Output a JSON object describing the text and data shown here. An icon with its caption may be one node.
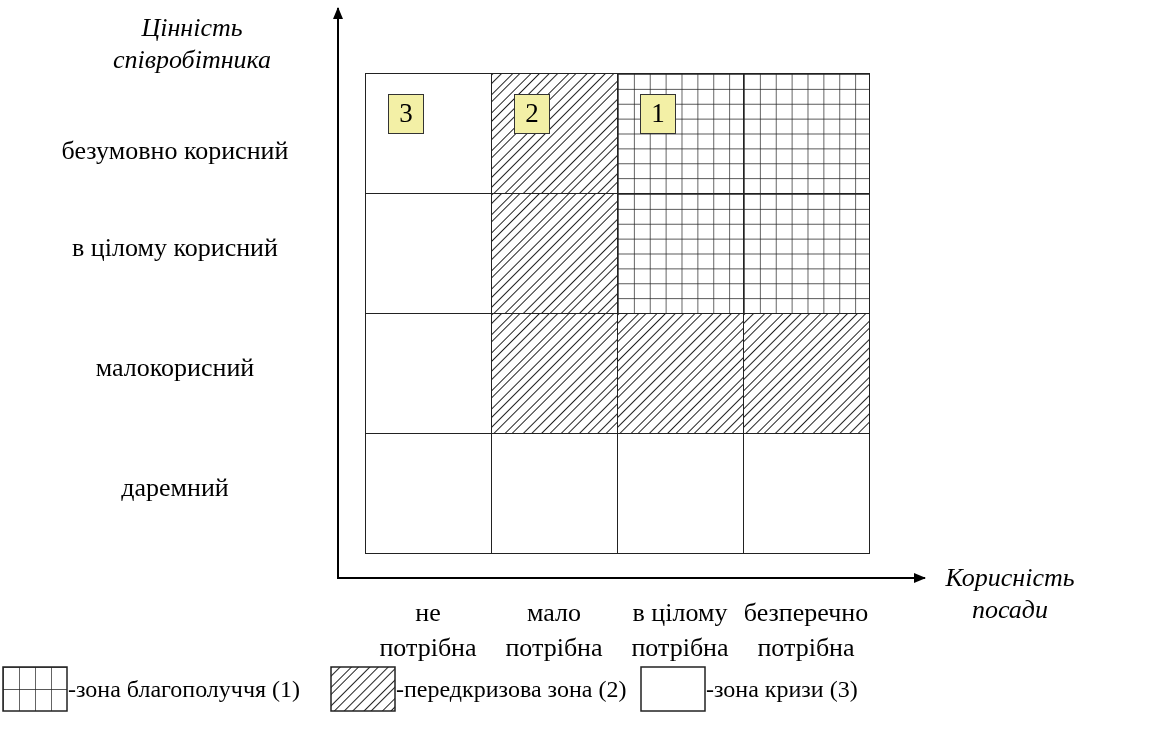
{
  "diagram": {
    "nodes": [
      {
        "text": [],
        "shape": "box"
      },
      {
        "text": [],
        "shape": "box"
      },
      {
        "text": [],
        "shape": "box"
      },
      {
        "text": [],
        "shape": "box"
      },
      {
        "text": [],
        "shape": "box"
      },
      {
        "text": [],
        "shape": "box"
      },
      {
        "text": [],
        "shape": "box"
      },
      {
        "text": [],
        "shape": "box"
      },
      {
        "text": [],
        "shape": "box"
      },
      {
        "text": [],
        "shape": "box"
      },
      {
        "text": [],
        "shape": "box"
      },
      {
        "text": [],
        "shape": "box"
      },
      {
        "text": [],
        "shape": "box"
      },
      {
        "text": [],
        "shape": "box"
      },
      {
        "text": [],
        "shape": "box"
      },
      {
        "text": [],
        "shape": "box"
      },
      {
        "text": [
          "3"
        ],
        "in": 0
      },
      {
        "text": [
          "2"
        ],
        "in": 1
      },
      {
        "text": [
          "1"
        ],
        "in": 2
      }
    ],
    "edges": [],
    "labels": [
      "Цінність співробітника",
      "безумовно корисний",
      "в цілому корисний",
      "малокорисний",
      "даремний",
      "Корисність посади",
      "не потрібна",
      "мало потрібна",
      "в цілому потрібна",
      "безперечно потрібна"
    ],
    "legend": [
      {
        "text": "-зона благополуччя (1)"
      },
      {
        "text": "-передкризова зона (2)"
      },
      {
        "text": "-зона кризи (3)"
      }
    ]
  }
}
